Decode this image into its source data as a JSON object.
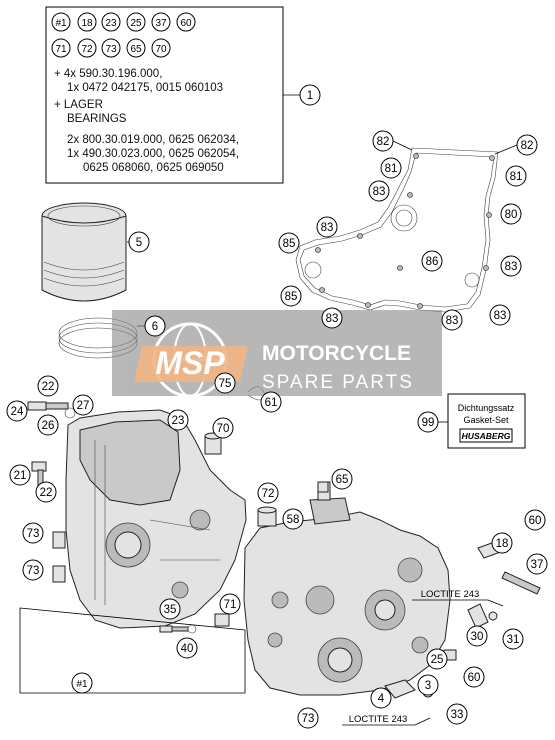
{
  "kit_box": {
    "row1": [
      "#1",
      "18",
      "23",
      "25",
      "37",
      "60"
    ],
    "row2": [
      "71",
      "72",
      "73",
      "65",
      "70"
    ],
    "line1": "+ 4x 590.30.196.000,",
    "line2": "1x 0472 042175, 0015 060103",
    "line3": "+ LAGER",
    "line4": "BEARINGS",
    "line5": "2x 800.30.019.000, 0625 062034,",
    "line6": "1x 490.30.023.000, 0625 062054,",
    "line7": "0625 068060, 0625 069050"
  },
  "callouts": {
    "c1": "1",
    "c5": "5",
    "c6": "6",
    "c82a": "82",
    "c82b": "82",
    "c81a": "81",
    "c81b": "81",
    "c83a": "83",
    "c83b": "83",
    "c83c": "83",
    "c83d": "83",
    "c83e": "83",
    "c83f": "83",
    "c80": "80",
    "c85a": "85",
    "c85b": "85",
    "c86": "86",
    "c99": "99",
    "c75": "75",
    "c61": "61",
    "c22a": "22",
    "c24": "24",
    "c26": "26",
    "c27": "27",
    "c23": "23",
    "c70": "70",
    "c21": "21",
    "c22b": "22",
    "c65": "65",
    "c72": "72",
    "c58": "58",
    "c73a": "73",
    "c73b": "73",
    "c73c": "73",
    "c60a": "60",
    "c60b": "60",
    "c18": "18",
    "c37": "37",
    "c35": "35",
    "c71": "71",
    "c40": "40",
    "c30": "30",
    "c31": "31",
    "c25": "25",
    "c3": "3",
    "c4": "4",
    "c33": "33",
    "c1b": "#1"
  },
  "loctite_top": "LOCTITE 243",
  "loctite_bottom": "LOCTITE 243",
  "gasket_box": {
    "line1": "Dichtungssatz",
    "line2": "Gasket-Set",
    "brand": "HUSABERG"
  },
  "watermark": {
    "logo": "MSP",
    "title": "MOTORCYCLE",
    "subtitle": "SPARE PARTS"
  },
  "colors": {
    "watermark_gray": "#8c8c8c",
    "logo_orange": "#e8873a"
  }
}
